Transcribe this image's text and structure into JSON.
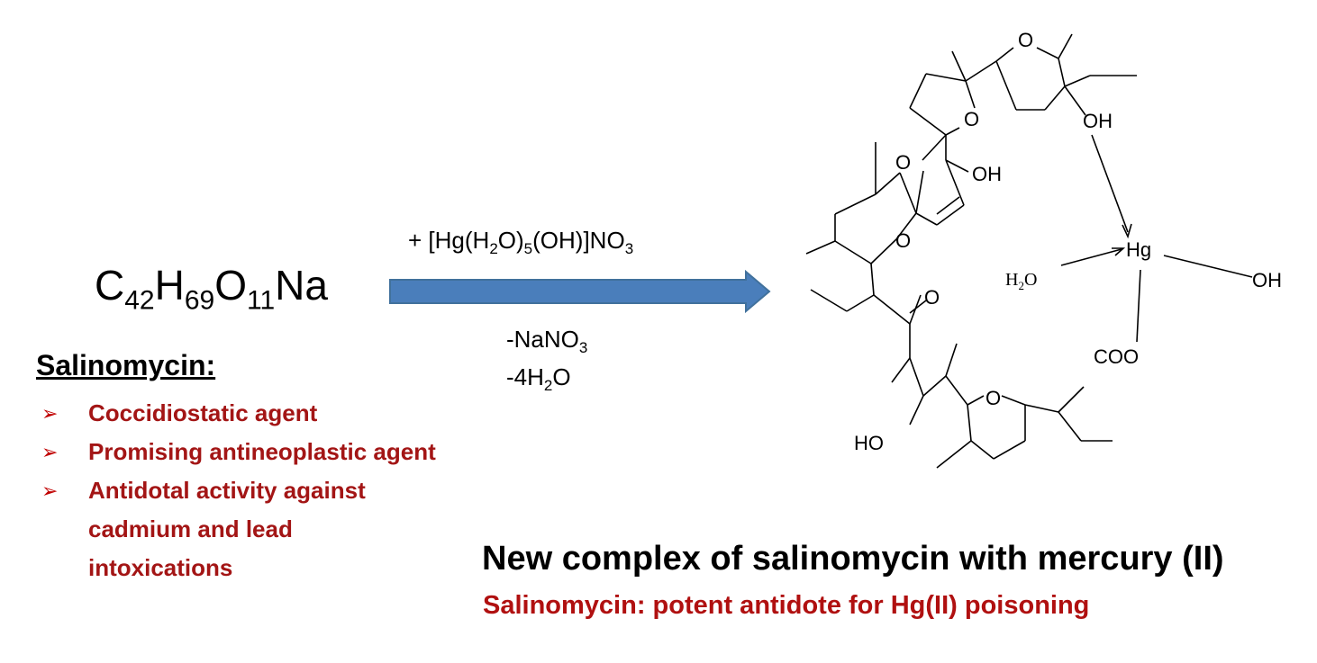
{
  "formula": {
    "c": "C",
    "c_n": "42",
    "h": "H",
    "h_n": "69",
    "o": "O",
    "o_n": "11",
    "na": "Na"
  },
  "substance_title": "Salinomycin:",
  "properties": [
    "Coccidiostatic agent",
    "Promising antineoplastic agent",
    "Antidotal activity against cadmium and lead intoxications"
  ],
  "bullet_symbol": "➢",
  "reaction": {
    "reagent": {
      "a": "+ [Hg(H",
      "b": "2",
      "c": "O)",
      "d": "5",
      "e": "(OH)]NO",
      "f": "3"
    },
    "byproduct_1": {
      "a": "-NaNO",
      "b": "3"
    },
    "byproduct_2": {
      "a": "-4H",
      "b": "2",
      "c": "O"
    },
    "arrow_color": "#4a7ebb"
  },
  "structure_labels": {
    "o1": "O",
    "o2": "O",
    "o3": "O",
    "o4": "O",
    "o5": "O",
    "o6": "O",
    "oh1": "OH",
    "oh2": "OH",
    "oh3": "OH",
    "ho": "HO",
    "hg": "Hg",
    "h2o_h": "H",
    "h2o_2": "2",
    "h2o_o": "O",
    "coo": "COO"
  },
  "headline": "New complex of salinomycin with mercury (II)",
  "subheadline": "Salinomycin: potent antidote for Hg(II) poisoning",
  "colors": {
    "accent_red": "#a31515",
    "text": "#000000"
  }
}
